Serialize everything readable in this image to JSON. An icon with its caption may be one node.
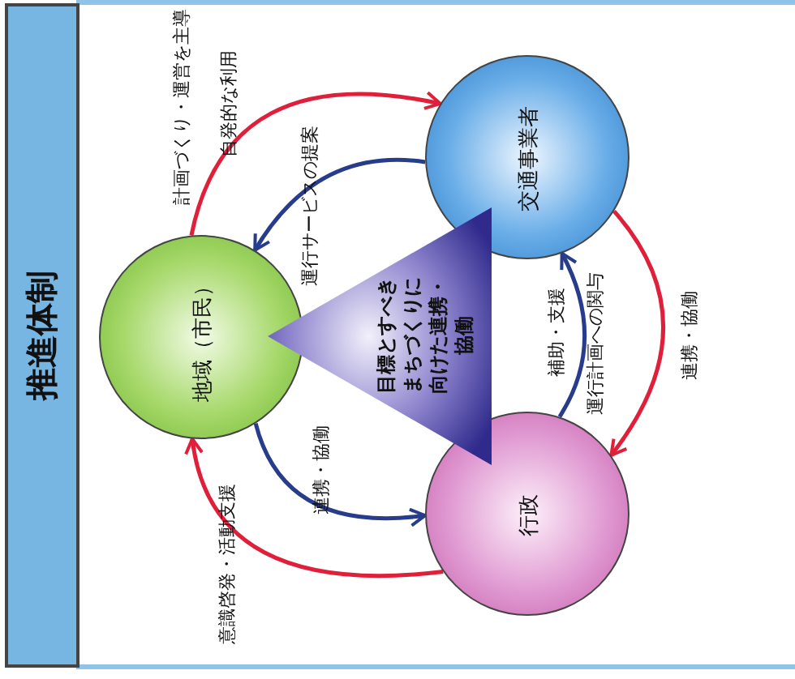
{
  "diagram": {
    "title": "推進体制",
    "nodes": [
      {
        "text": [
          "地域（市民）"
        ]
      },
      {
        "text": [
          "交通事業者"
        ]
      },
      {
        "text": [
          "行政"
        ]
      },
      {
        "text": [
          "目標とすべきまちづくりに向けた連携・協働"
        ]
      }
    ],
    "edges": [
      {
        "from": 0,
        "to": 1,
        "arrow": "to",
        "label": "計画づくり・運営を主導",
        "color": "#e0203a"
      },
      {
        "from": 1,
        "to": 0,
        "arrow": "to",
        "label": "運行サービスの提案",
        "color": "#283c8c"
      },
      {
        "from": 1,
        "to": 2,
        "arrow": "to",
        "label": "連携・協働",
        "color": "#e0203a"
      },
      {
        "from": 2,
        "to": 1,
        "arrow": "to",
        "label": "補助・支援",
        "color": "#283c8c"
      },
      {
        "from": 0,
        "to": 2,
        "arrow": "to",
        "label": "連携・協働",
        "color": "#283c8c"
      },
      {
        "from": 2,
        "to": 0,
        "arrow": "to",
        "label": "意識啓発・活動支援",
        "color": "#e0203a"
      }
    ],
    "labels": [
      "自発的な利用",
      "運行計画への関与"
    ]
  }
}
